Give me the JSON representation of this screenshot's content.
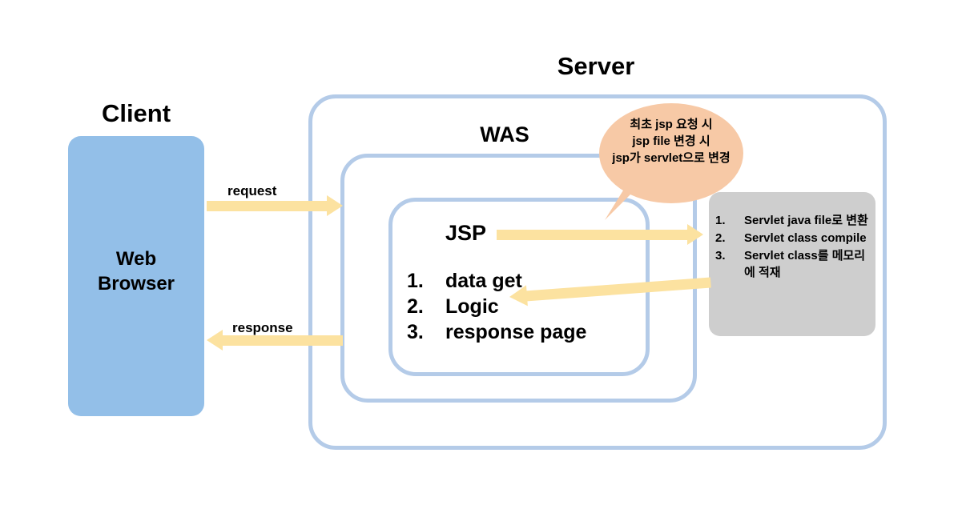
{
  "diagram": {
    "client": {
      "title": "Client",
      "browser_label": "Web\nBrowser"
    },
    "server": {
      "title": "Server",
      "was_title": "WAS"
    },
    "jsp": {
      "label": "JSP",
      "steps": [
        {
          "num": "1.",
          "text": "data get"
        },
        {
          "num": "2.",
          "text": "Logic"
        },
        {
          "num": "3.",
          "text": "response page"
        }
      ]
    },
    "servlet_box": {
      "steps": [
        {
          "num": "1.",
          "text": "Servlet java file로 변환"
        },
        {
          "num": "2.",
          "text": "Servlet class compile"
        },
        {
          "num": "3.",
          "text": "Servlet class를 메모리에 적재"
        }
      ]
    },
    "bubble": {
      "text": "최초 jsp 요청 시\njsp file 변경 시\njsp가 servlet으로 변경"
    },
    "arrows": {
      "request_label": "request",
      "response_label": "response"
    },
    "colors": {
      "browser_fill": "#93bfe8",
      "box_border": "#b4cbe8",
      "arrow_yellow": "#fce2a0",
      "bubble_fill": "#f7c9a6",
      "servlet_fill": "#cecece",
      "background": "#ffffff"
    }
  }
}
